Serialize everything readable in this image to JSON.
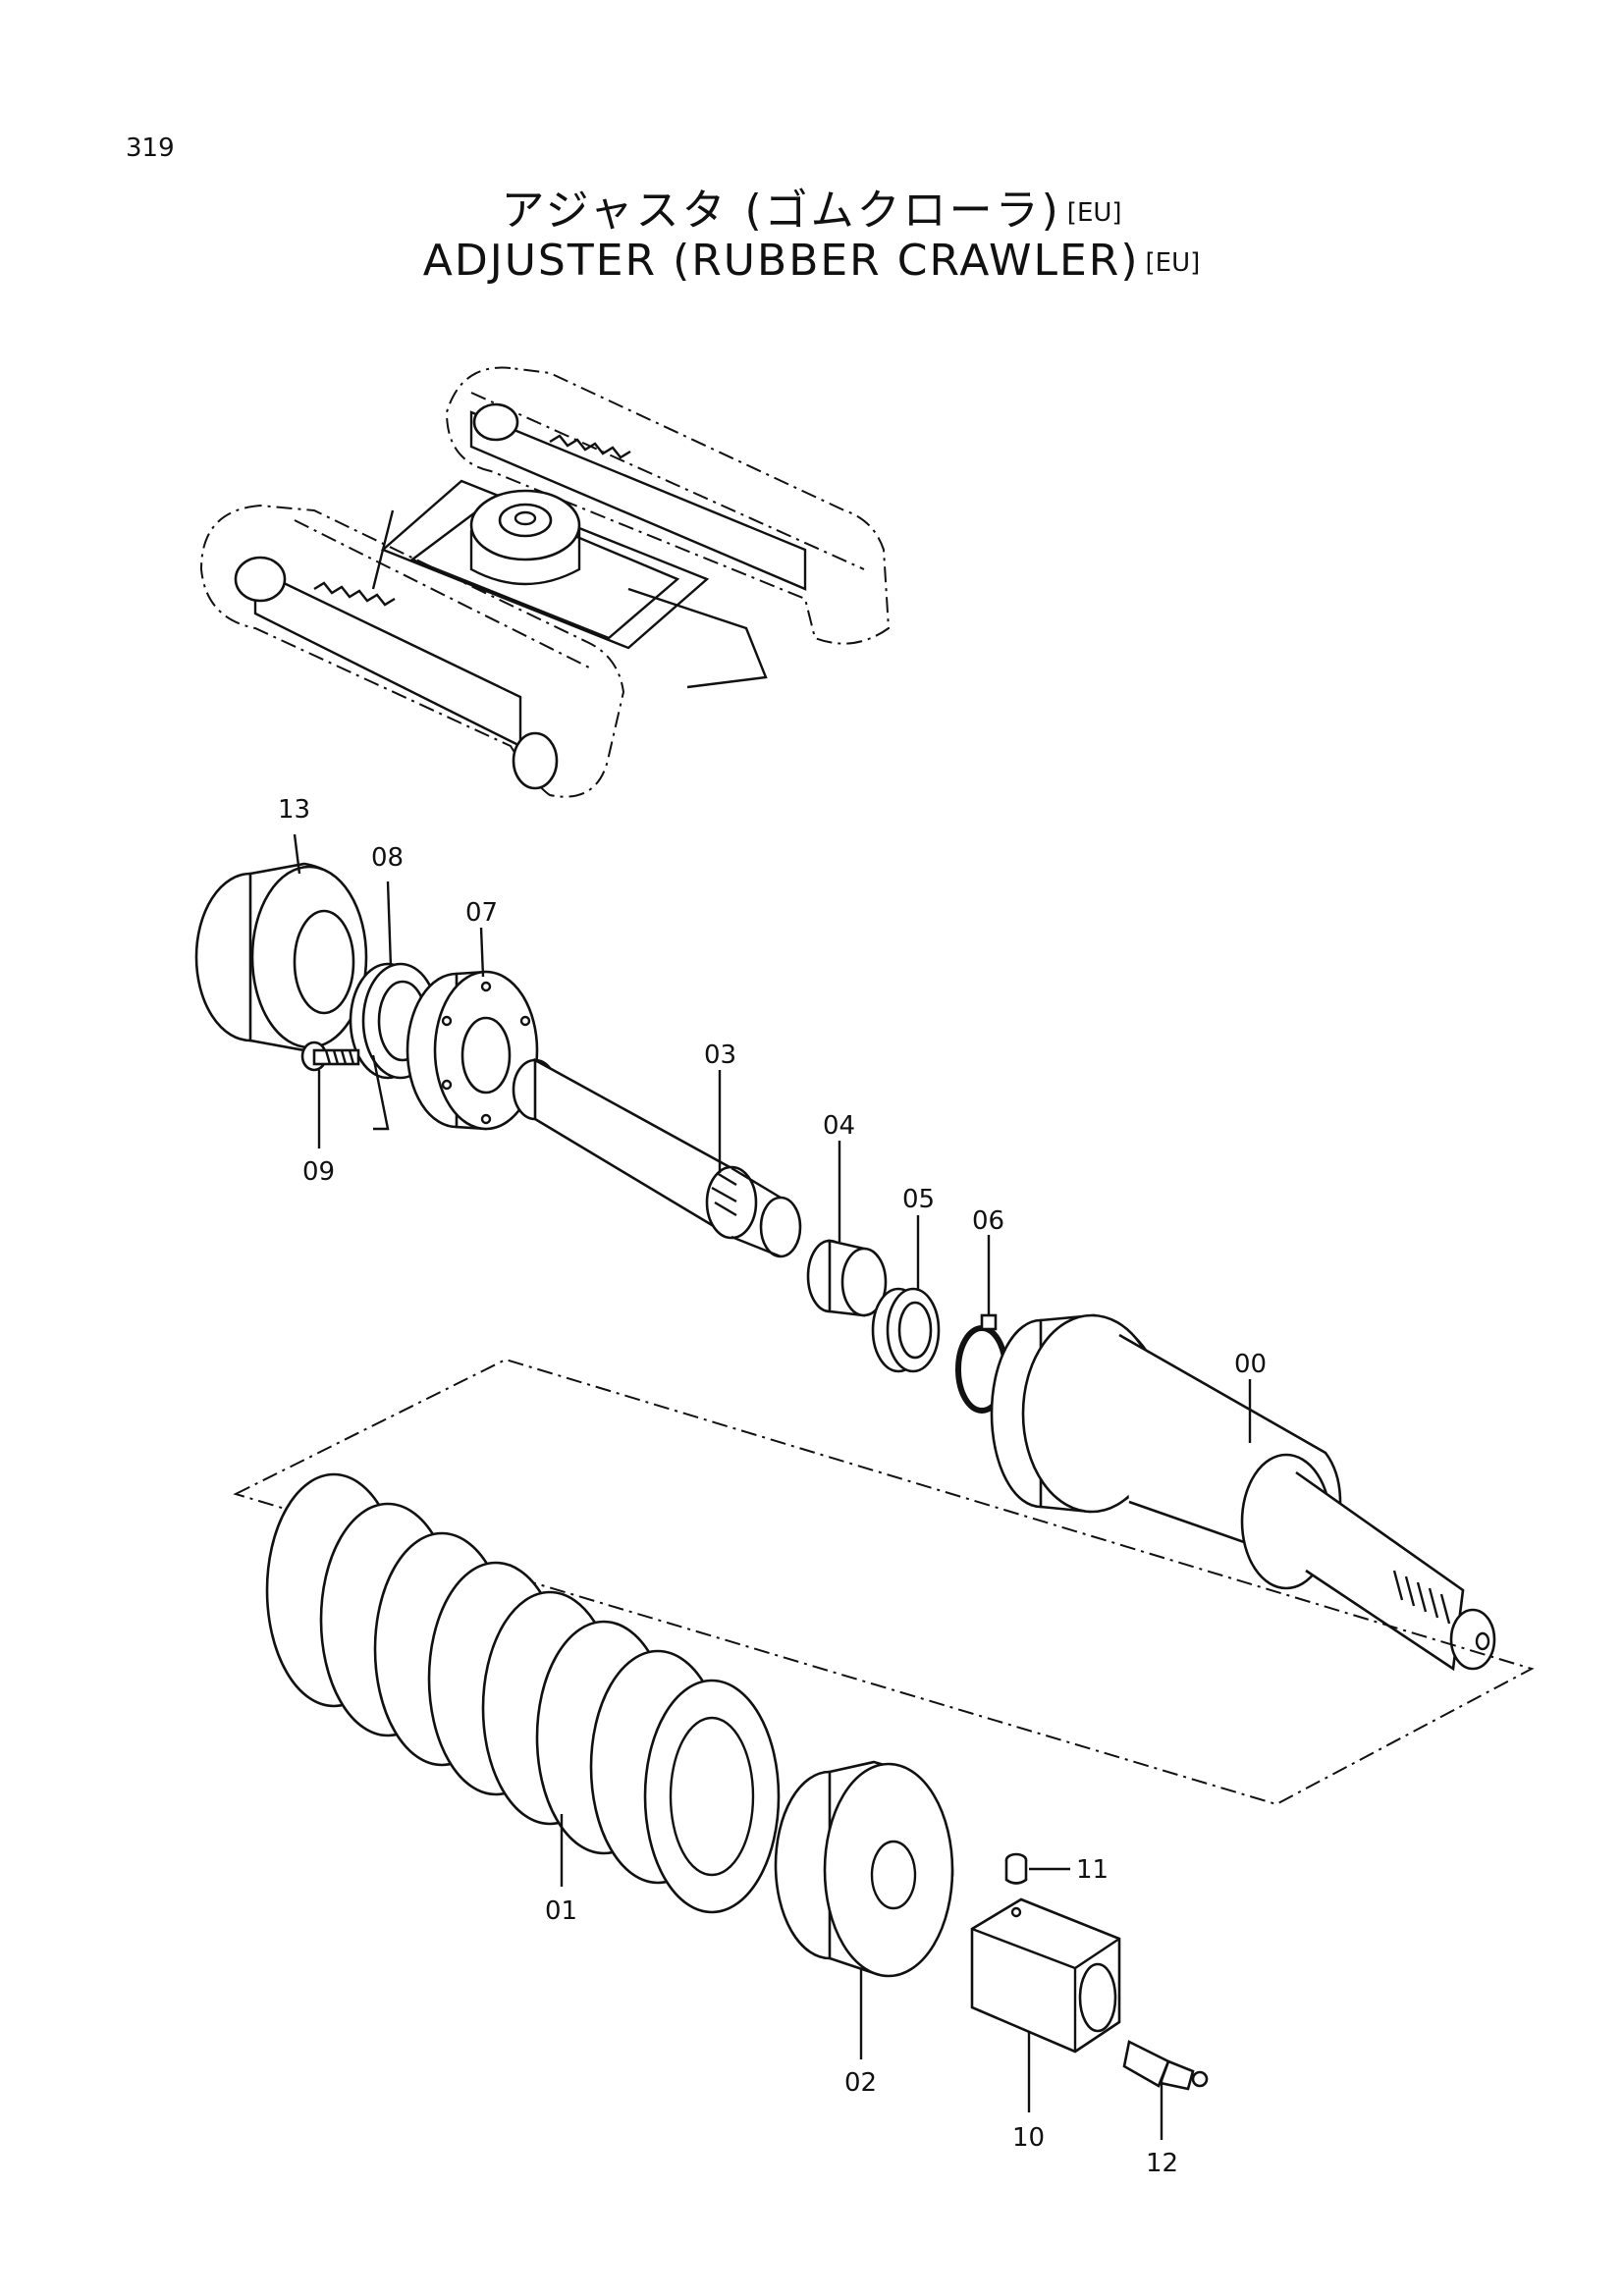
{
  "page": {
    "number": "319"
  },
  "title": {
    "japanese": "アジャスタ (ゴムクローラ)",
    "japanese_tag": "[EU]",
    "english": "ADJUSTER (RUBBER CRAWLER)",
    "english_tag": "[EU]"
  },
  "callouts": {
    "p00": "00",
    "p01": "01",
    "p02": "02",
    "p03": "03",
    "p04": "04",
    "p05": "05",
    "p06": "06",
    "p07": "07",
    "p08": "08",
    "p09": "09",
    "p10": "10",
    "p11": "11",
    "p12": "12",
    "p13": "13"
  }
}
